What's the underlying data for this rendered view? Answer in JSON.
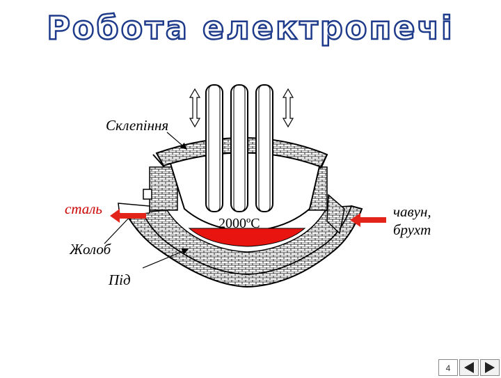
{
  "slide": {
    "title": "Робота електропечі",
    "page_number": "4"
  },
  "labels": {
    "roof": "Склепіння",
    "steel": "сталь",
    "chute": "Жолоб",
    "hearth": "Під",
    "temperature": "2000ºС",
    "charge_line1": "чавун,",
    "charge_line2": "брухт"
  },
  "colors": {
    "title_fill": "#ffffff",
    "title_outline": "#1e3a8a",
    "molten_metal": "#e8140f",
    "arrow_red": "#e3241b",
    "steel_label": "#cc0000"
  },
  "icons": {
    "prev": "triangle-left-icon",
    "next": "triangle-right-icon"
  }
}
